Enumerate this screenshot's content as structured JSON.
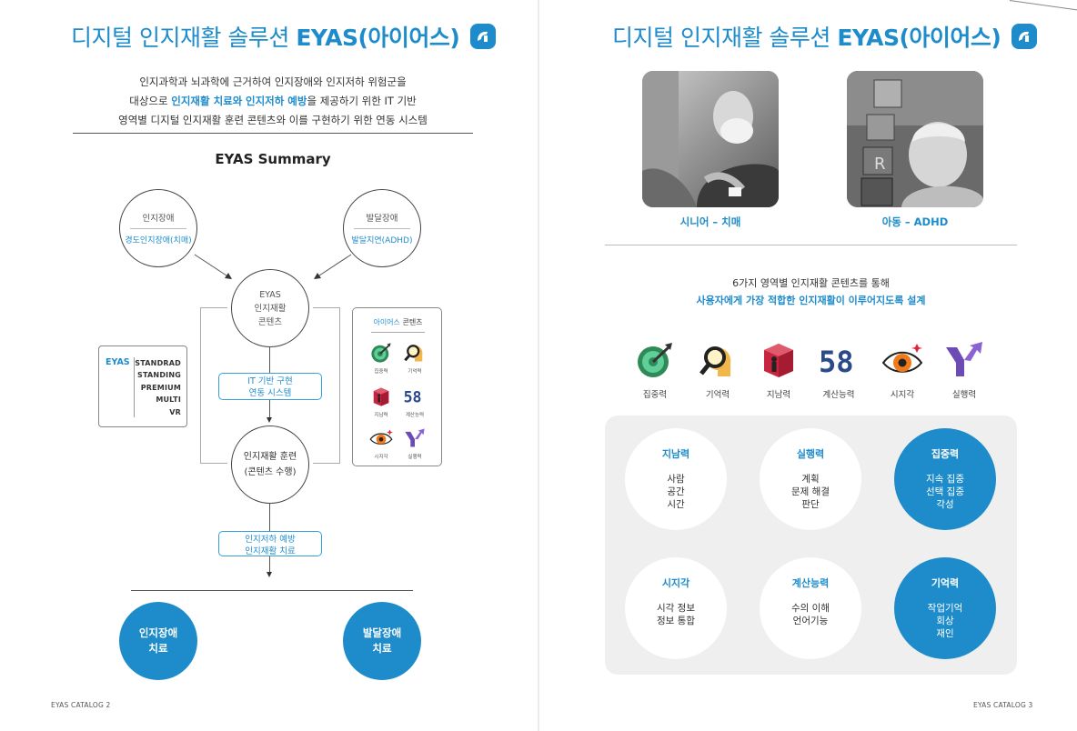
{
  "left": {
    "title_prefix": "디지털 인지재활 솔루션",
    "title_brand": "EYAS(아이어스)",
    "intro_line1": "인지과학과 뇌과학에 근거하여 인지장애와 인지저하 위험군을",
    "intro_line2_a": "대상으로",
    "intro_line2_hl1": "인지재활 치료와",
    "intro_line2_hl2": "인지저하 예방",
    "intro_line2_b": "을 제공하기 위한 IT 기반",
    "intro_line3": "영역별 디지털 인지재활 훈련 콘텐츠와 이를 구현하기 위한 연동 시스템",
    "summary_title": "EYAS Summary",
    "node_cognitive": {
      "top": "인지장애",
      "bottom": "경도인지장애(치매)"
    },
    "node_developmental": {
      "top": "발달장애",
      "bottom": "발달지연(ADHD)"
    },
    "node_center": {
      "line1": "EYAS",
      "line2": "인지재활",
      "line3": "콘텐츠"
    },
    "pill_system": {
      "line1": "IT 기반 구현",
      "line2": "연동 시스템"
    },
    "node_training": {
      "line1": "인지재활 훈련",
      "line2": "(콘텐츠 수행)"
    },
    "pill_prevent": {
      "line1": "인지저하 예방",
      "line2": "인지재활 치료"
    },
    "circle_cog_treat": {
      "line1": "인지장애",
      "line2": "치료"
    },
    "circle_dev_treat": {
      "line1": "발달장애",
      "line2": "치료"
    },
    "eyas_box": {
      "label": "EYAS",
      "tiers": [
        "STANDRAD",
        "STANDING",
        "PREMIUM",
        "MULTI",
        "VR"
      ]
    },
    "content_box": {
      "title_blue": "아이어스",
      "title_rest": "콘텐츠",
      "items": [
        "집중력",
        "기억력",
        "지남력",
        "계산능력",
        "시지각",
        "실행력"
      ]
    },
    "footer": "EYAS CATALOG 2"
  },
  "right": {
    "title_prefix": "디지털 인지재활 솔루션",
    "title_brand": "EYAS(아이어스)",
    "photo_senior_caption": "시니어 – 치매",
    "photo_child_caption": "아동 – ADHD",
    "intro_line1": "6가지 영역별 인지재활 콘텐츠를 통해",
    "intro_line2": "사용자에게 가장 적합한 인지재활이 이루어지도록 설계",
    "icons": [
      "집중력",
      "기억력",
      "지남력",
      "계산능력",
      "시지각",
      "실행력"
    ],
    "categories": [
      {
        "title": "지남력",
        "lines": [
          "사람",
          "공간",
          "시간"
        ]
      },
      {
        "title": "실행력",
        "lines": [
          "계획",
          "문제 해결",
          "판단"
        ]
      },
      {
        "title": "집중력",
        "lines": [
          "지속 집중",
          "선택 집중",
          "각성"
        ]
      },
      {
        "title": "시지각",
        "lines": [
          "시각 정보",
          "정보 통합"
        ]
      },
      {
        "title": "계산능력",
        "lines": [
          "수의 이해",
          "언어기능"
        ]
      },
      {
        "title": "기억력",
        "lines": [
          "작업기억",
          "회상",
          "재인"
        ]
      }
    ],
    "footer": "EYAS CATALOG 3"
  },
  "colors": {
    "accent": "#1e8ccb",
    "panel": "#efefef"
  }
}
